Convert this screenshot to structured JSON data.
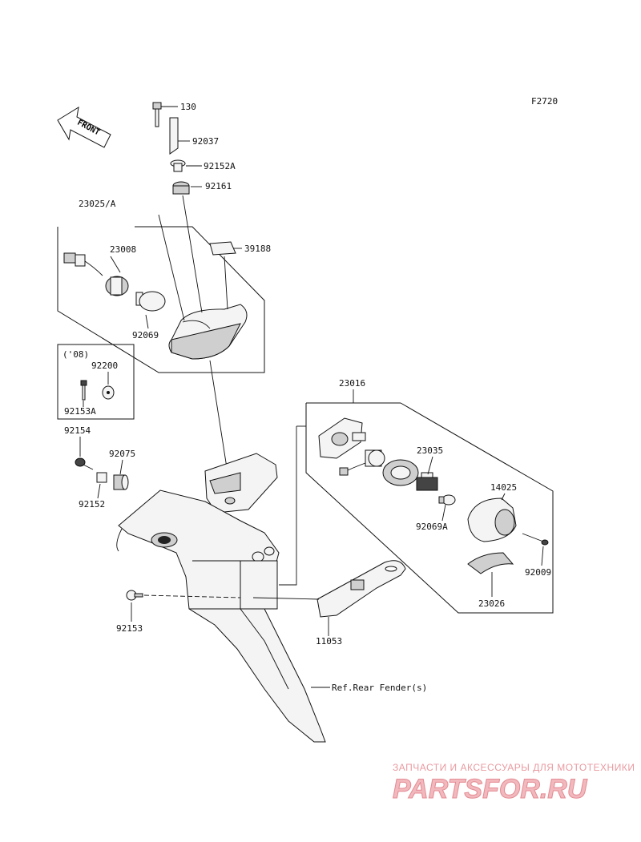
{
  "diagram_id": "F2720",
  "front_marker": "FRONT",
  "labels": {
    "p130": "130",
    "p92037": "92037",
    "p92152A": "92152A",
    "p92161": "92161",
    "p23025A": "23025/A",
    "p23008": "23008",
    "p39188": "39188",
    "p92069": "92069",
    "p08": "('08)",
    "p92200": "92200",
    "p92153A": "92153A",
    "p92154": "92154",
    "p92075": "92075",
    "p92152": "92152",
    "p23016": "23016",
    "p23035": "23035",
    "p14025": "14025",
    "p92069A": "92069A",
    "p92009": "92009",
    "p23026": "23026",
    "p92153": "92153",
    "p11053": "11053",
    "ref_rear_fender": "Ref.Rear Fender(s)"
  },
  "watermark": {
    "tagline": "ЗАПЧАСТИ И АКСЕССУАРЫ ДЛЯ МОТОТЕХНИКИ",
    "logo": "PARTSFOR.RU"
  }
}
